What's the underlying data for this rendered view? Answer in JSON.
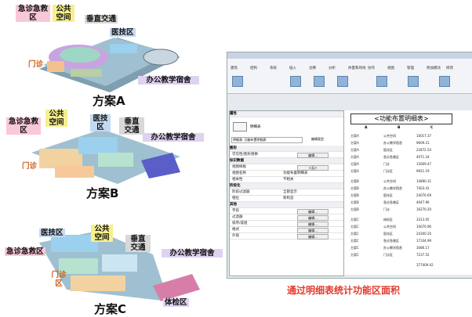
{
  "plans": {
    "a": {
      "title": "方案A",
      "labels": {
        "emergency": "急诊急救区",
        "public": "公共空间",
        "vertical": "垂直交通",
        "medtech": "医技区",
        "outpatient": "门诊",
        "office": "办公教学宿舍"
      }
    },
    "b": {
      "title": "方案B",
      "labels": {
        "emergency": "急诊急救区",
        "public": "公共空间",
        "medtech": "医技区",
        "vertical": "垂直交通",
        "office": "办公教学宿舍",
        "outpatient": "门诊"
      }
    },
    "c": {
      "title": "方案C",
      "labels": {
        "medtech": "医技区",
        "public": "公共空间",
        "vertical": "垂直交通",
        "emergency": "急诊急救区",
        "outpatient": "门诊区",
        "office": "办公教学宿舍",
        "checkup": "体检区"
      }
    }
  },
  "screenshot": {
    "tabs": [
      "建筑",
      "结构",
      "系统",
      "插入",
      "注释",
      "分析",
      "体量和场地",
      "协作",
      "视图",
      "管理",
      "附加模块",
      "修改"
    ],
    "properties": {
      "header": "属性",
      "type_name": "明细表",
      "selector": "明细表: 功能布置明细表",
      "edit_type": "编辑类型",
      "groups": [
        {
          "name": "图形",
          "rows": [
            {
              "k": "可见性/图形替换",
              "btn": "编辑..."
            }
          ]
        },
        {
          "name": "标识数据",
          "rows": [
            {
              "k": "视图样板",
              "btn": "<无>"
            },
            {
              "k": "视图名称",
              "v": "功能布置明细表"
            },
            {
              "k": "相关性",
              "v": "不相关"
            }
          ]
        },
        {
          "name": "阶段化",
          "rows": [
            {
              "k": "阶段过滤器",
              "v": "全部显示"
            },
            {
              "k": "相位",
              "v": "新构造"
            }
          ]
        },
        {
          "name": "其他",
          "rows": [
            {
              "k": "字段",
              "btn": "编辑..."
            },
            {
              "k": "过滤器",
              "btn": "编辑..."
            },
            {
              "k": "排序/成组",
              "btn": "编辑..."
            },
            {
              "k": "格式",
              "btn": "编辑..."
            },
            {
              "k": "外观",
              "btn": "编辑..."
            }
          ]
        }
      ]
    },
    "schedule": {
      "title": "<功能布置明细表>",
      "columns": [
        "A",
        "B",
        "C"
      ],
      "rows": [
        [
          "方案A",
          "公共空间",
          "10017.37"
        ],
        [
          "方案A",
          "办公教学宿舍",
          "9609.21"
        ],
        [
          "方案A",
          "医技区",
          "22872.54"
        ],
        [
          "方案A",
          "急诊急救区",
          "4071.24"
        ],
        [
          "方案A",
          "门诊",
          "15609.47"
        ],
        [
          "方案A",
          "门诊区",
          "9921.19"
        ],
        [
          "方案B",
          "公共空间",
          "14890.31"
        ],
        [
          "方案B",
          "办公教学宿舍",
          "7403.41"
        ],
        [
          "方案B",
          "医技区",
          "24076.69"
        ],
        [
          "方案B",
          "急诊急救区",
          "4047.96"
        ],
        [
          "方案B",
          "门诊",
          "16270.20"
        ],
        [
          "方案C",
          "体检区",
          "3313.05"
        ],
        [
          "方案C",
          "公共空间",
          "10070.96"
        ],
        [
          "方案C",
          "医技区",
          "24300.20"
        ],
        [
          "方案C",
          "急诊急救区",
          "17334.99"
        ],
        [
          "方案C",
          "办公教学宿舍",
          "3086.17"
        ],
        [
          "方案C",
          "门诊区",
          "7237.52"
        ],
        [
          "",
          "",
          "377409.42"
        ]
      ]
    }
  },
  "caption": "通过明细表统计功能区面积"
}
